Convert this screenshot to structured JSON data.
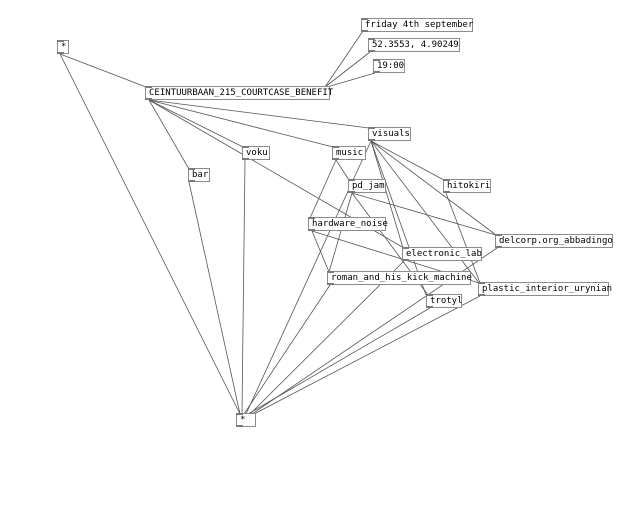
{
  "objects": [
    {
      "id": "star-top",
      "name": "multiply-object-top",
      "label": "*"
    },
    {
      "id": "friday",
      "name": "message-date",
      "label": "friday 4th september"
    },
    {
      "id": "coords",
      "name": "message-coordinates",
      "label": "52.3553, 4.90249"
    },
    {
      "id": "time",
      "name": "message-time",
      "label": "19:00"
    },
    {
      "id": "ceint",
      "name": "object-ceintuurbaan",
      "label": "CEINTUURBAAN_215_COURTCASE_BENEFIT"
    },
    {
      "id": "visuals",
      "name": "object-visuals",
      "label": "visuals"
    },
    {
      "id": "voku",
      "name": "object-voku",
      "label": "voku"
    },
    {
      "id": "music",
      "name": "object-music",
      "label": "music"
    },
    {
      "id": "bar",
      "name": "object-bar",
      "label": "bar"
    },
    {
      "id": "pdjam",
      "name": "object-pd-jam",
      "label": "pd_jam"
    },
    {
      "id": "hitokiri",
      "name": "object-hitokiri",
      "label": "hitokiri"
    },
    {
      "id": "hardware",
      "name": "object-hardware-noise",
      "label": "hardware_noise"
    },
    {
      "id": "delcorp",
      "name": "object-delcorp",
      "label": "delcorp.org_abbadingo"
    },
    {
      "id": "electronic",
      "name": "object-electronic-lab",
      "label": "electronic_lab"
    },
    {
      "id": "roman",
      "name": "object-roman-kick-machine",
      "label": "roman_and_his_kick_machine"
    },
    {
      "id": "plastic",
      "name": "object-plastic-interior",
      "label": "plastic_interior_urynian"
    },
    {
      "id": "trotyl",
      "name": "object-trotyl",
      "label": "trotyl"
    },
    {
      "id": "star-bottom",
      "name": "multiply-object-bottom",
      "label": "*"
    }
  ],
  "colors": {
    "box_border": "#8c8c8c",
    "wire": "#555555",
    "background": "#ffffff"
  }
}
